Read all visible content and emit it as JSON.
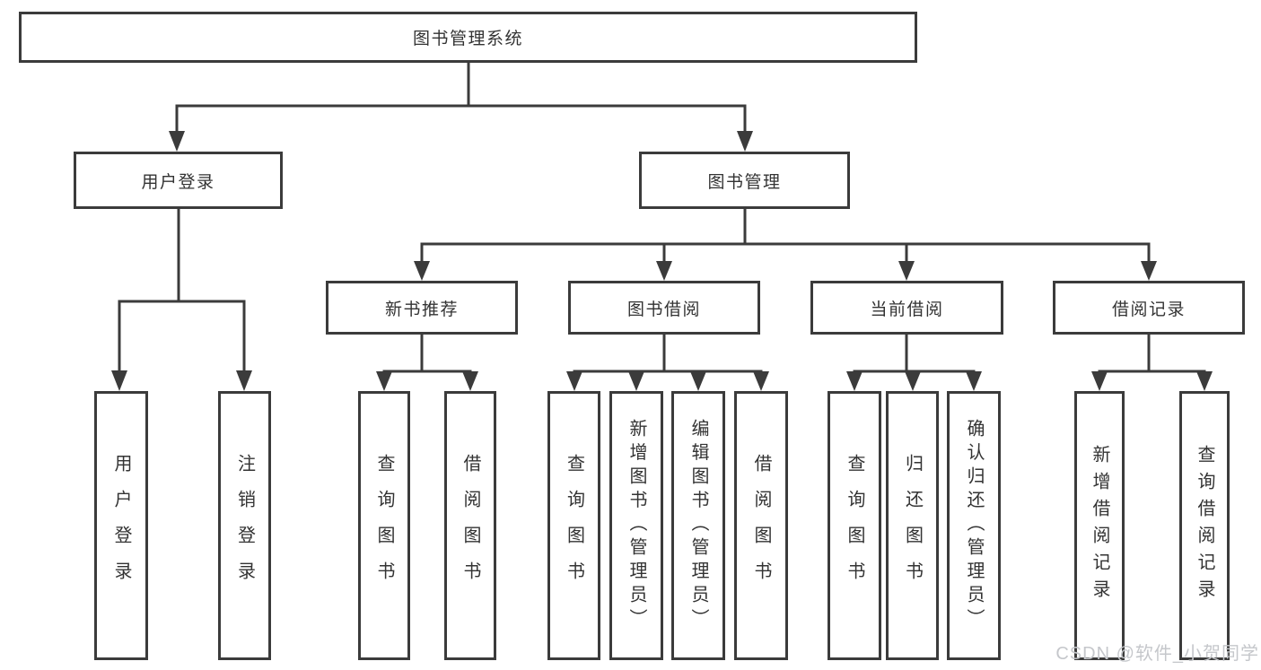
{
  "diagram": {
    "root": {
      "label": "图书管理系统"
    },
    "level2": [
      {
        "label": "用户登录"
      },
      {
        "label": "图书管理"
      }
    ],
    "level3": [
      {
        "label": "新书推荐"
      },
      {
        "label": "图书借阅"
      },
      {
        "label": "当前借阅"
      },
      {
        "label": "借阅记录"
      }
    ],
    "level4": [
      {
        "label": "用户登录",
        "parent": "用户登录"
      },
      {
        "label": "注销登录",
        "parent": "用户登录"
      },
      {
        "label": "查询图书",
        "parent": "新书推荐"
      },
      {
        "label": "借阅图书",
        "parent": "新书推荐"
      },
      {
        "label": "查询图书",
        "parent": "图书借阅"
      },
      {
        "label": "新增图书（管理员）",
        "parent": "图书借阅"
      },
      {
        "label": "编辑图书（管理员）",
        "parent": "图书借阅"
      },
      {
        "label": "借阅图书",
        "parent": "图书借阅"
      },
      {
        "label": "查询图书",
        "parent": "当前借阅"
      },
      {
        "label": "归还图书",
        "parent": "当前借阅"
      },
      {
        "label": "确认归还（管理员）",
        "parent": "当前借阅"
      },
      {
        "label": "新增借阅记录",
        "parent": "借阅记录"
      },
      {
        "label": "查询借阅记录",
        "parent": "借阅记录"
      }
    ],
    "watermark": "CSDN @软件_小贺同学",
    "colors": {
      "line": "#3b3b3b",
      "text": "#333333",
      "watermark": "#c5c7cb",
      "background": "#ffffff"
    }
  }
}
